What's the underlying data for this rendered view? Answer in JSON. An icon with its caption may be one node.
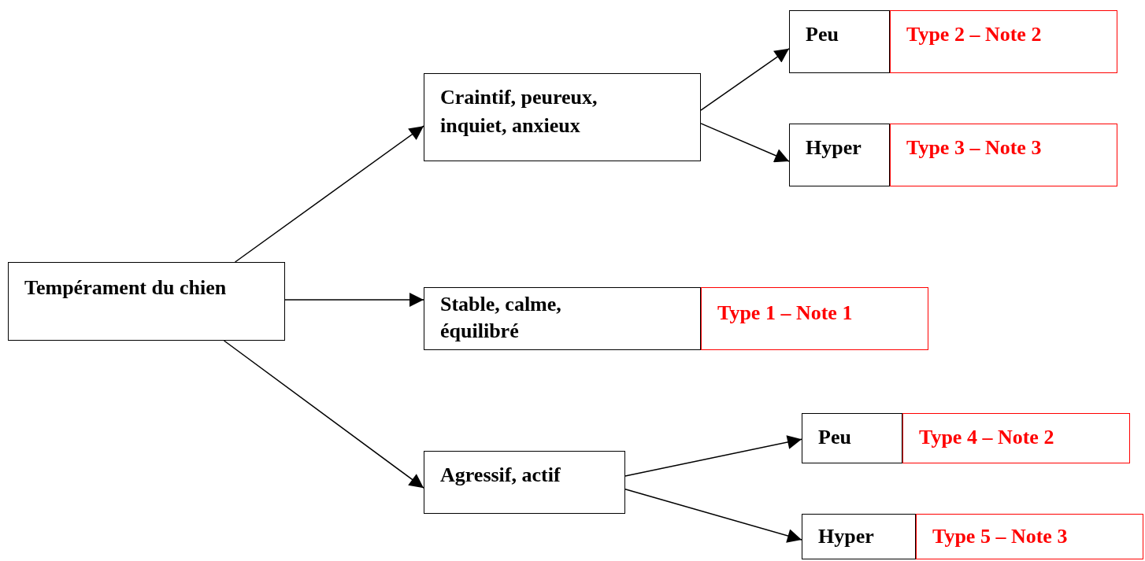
{
  "diagram": {
    "nodes": [
      {
        "text": [
          "Tempérament du chien"
        ]
      },
      {
        "text": [
          "Craintif, peureux, inquiet, anxieux"
        ]
      },
      {
        "text": [
          "Stable, calme, équilibré"
        ]
      },
      {
        "text": [
          "Type 1 – Note 1"
        ]
      },
      {
        "text": [
          "Agressif, actif"
        ]
      },
      {
        "text": [
          "Peu"
        ]
      },
      {
        "text": [
          "Type 2 – Note 2"
        ]
      },
      {
        "text": [
          "Hyper"
        ]
      },
      {
        "text": [
          "Type 3 – Note 3"
        ]
      },
      {
        "text": [
          "Peu"
        ]
      },
      {
        "text": [
          "Type 4 – Note 2"
        ]
      },
      {
        "text": [
          "Hyper"
        ]
      },
      {
        "text": [
          "Type 5 – Note 3"
        ]
      }
    ],
    "edges": [
      {
        "from": 0,
        "to": 1,
        "arrow": "to"
      },
      {
        "from": 0,
        "to": 2,
        "arrow": "to"
      },
      {
        "from": 0,
        "to": 4,
        "arrow": "to"
      },
      {
        "from": 1,
        "to": 5,
        "arrow": "to"
      },
      {
        "from": 1,
        "to": 7,
        "arrow": "to"
      },
      {
        "from": 4,
        "to": 9,
        "arrow": "to"
      },
      {
        "from": 4,
        "to": 11,
        "arrow": "to"
      }
    ]
  }
}
